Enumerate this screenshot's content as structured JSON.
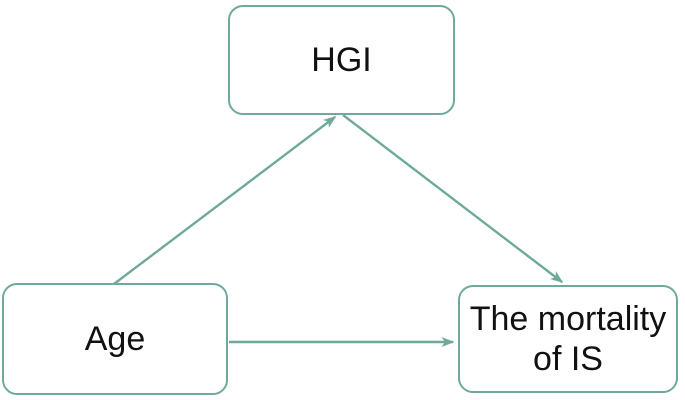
{
  "diagram": {
    "type": "mediation-path-diagram",
    "nodes": {
      "hgi": {
        "label": "HGI",
        "role": "mediator"
      },
      "age": {
        "label": "Age",
        "role": "exposure"
      },
      "mortality": {
        "label": "The mortality of IS",
        "role": "outcome"
      }
    },
    "edges": [
      {
        "from": "Age",
        "to": "HGI"
      },
      {
        "from": "HGI",
        "to": "The mortality of IS"
      },
      {
        "from": "Age",
        "to": "The mortality of IS"
      }
    ],
    "colors": {
      "accent": "#6fa99c",
      "text": "#111111",
      "background": "#ffffff"
    }
  }
}
